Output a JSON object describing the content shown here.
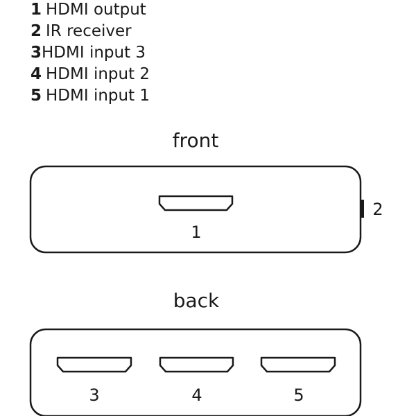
{
  "legend": [
    {
      "number": "1",
      "text": "HDMI output"
    },
    {
      "number": "2",
      "text": "IR receiver"
    },
    {
      "number": "3",
      "text": "HDMI input 3"
    },
    {
      "number": "4",
      "text": "HDMI input 2"
    },
    {
      "number": "5",
      "text": "HDMI input 1"
    }
  ],
  "front": {
    "title": "front",
    "port_label": "1",
    "side_label": "2"
  },
  "back": {
    "title": "back",
    "port_labels": [
      "3",
      "4",
      "5"
    ]
  }
}
